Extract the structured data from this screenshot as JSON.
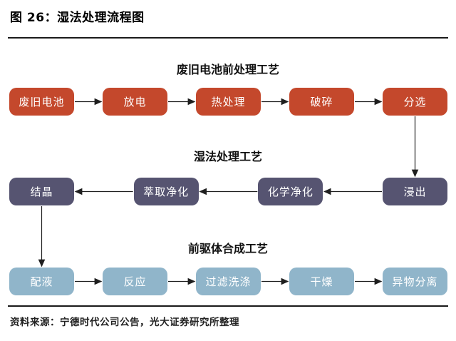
{
  "page": {
    "title": "图 26：湿法处理流程图",
    "source_note": "资料来源：宁德时代公司公告，光大证券研究所整理"
  },
  "colors": {
    "pretreatment_box": "#c4482c",
    "wet_process_box": "#565471",
    "precursor_box": "#90b5ca",
    "box_text": "#ffffff",
    "arrow": "#1f1f1f"
  },
  "flowchart": {
    "sections": [
      {
        "id": "pretreatment",
        "label": "废旧电池前处理工艺",
        "color_key": "pretreatment_box",
        "direction": "right",
        "boxes": [
          "废旧电池",
          "放电",
          "热处理",
          "破碎",
          "分选"
        ]
      },
      {
        "id": "wet-process",
        "label": "湿法处理工艺",
        "color_key": "wet_process_box",
        "direction": "left",
        "boxes": [
          "结晶",
          "萃取净化",
          "化学净化",
          "浸出"
        ]
      },
      {
        "id": "precursor",
        "label": "前驱体合成工艺",
        "color_key": "precursor_box",
        "direction": "right",
        "boxes": [
          "配液",
          "反应",
          "过滤洗涤",
          "干燥",
          "异物分离"
        ]
      }
    ],
    "connectors": [
      {
        "from_section": 0,
        "from_box": 4,
        "to_section": 1,
        "to_box": 3
      },
      {
        "from_section": 1,
        "from_box": 0,
        "to_section": 2,
        "to_box": 0
      }
    ]
  }
}
